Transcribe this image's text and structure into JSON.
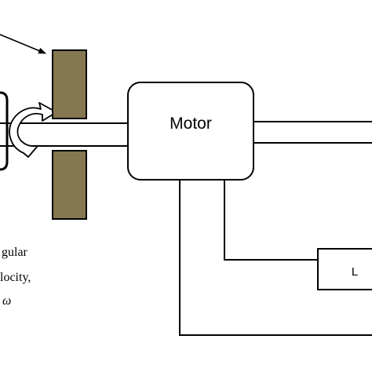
{
  "diagram": {
    "motor_label": "Motor",
    "load_label": "L",
    "angular_velocity_lines": [
      "gular",
      "locity,",
      "ω"
    ]
  },
  "colors": {
    "stroke": "#000000",
    "plate_fill": "#857750",
    "background": "#ffffff"
  }
}
